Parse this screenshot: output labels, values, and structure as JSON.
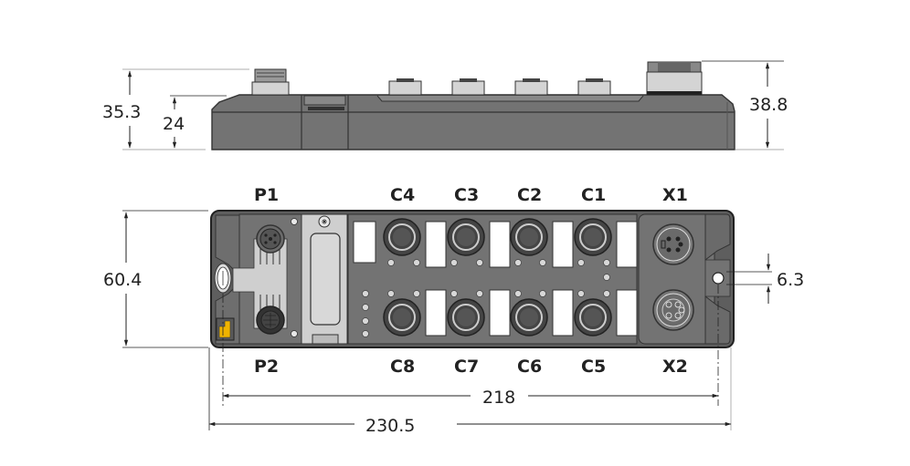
{
  "diagram": {
    "type": "dimensional-drawing",
    "subject": "I/O module with M12 connectors",
    "colors": {
      "housing": "#737373",
      "housing_dark": "#5e5e5e",
      "connector_light": "#d4d4d4",
      "connector_dark": "#3a3a3a",
      "label_white": "#ffffff",
      "accent_yellow": "#f0b400",
      "line": "#222222",
      "extension_line": "#bdbdbd"
    },
    "side_view": {
      "dimensions": {
        "total_height": "35.3",
        "housing_height": "24",
        "right_height": "38.8"
      }
    },
    "top_view": {
      "connector_labels": {
        "p1": "P1",
        "p2": "P2",
        "c1": "C1",
        "c2": "C2",
        "c3": "C3",
        "c4": "C4",
        "c5": "C5",
        "c6": "C6",
        "c7": "C7",
        "c8": "C8",
        "x1": "X1",
        "x2": "X2"
      },
      "dimensions": {
        "width": "60.4",
        "hole_diameter": "6.3",
        "hole_spacing": "218",
        "overall_length": "230.5"
      }
    }
  }
}
